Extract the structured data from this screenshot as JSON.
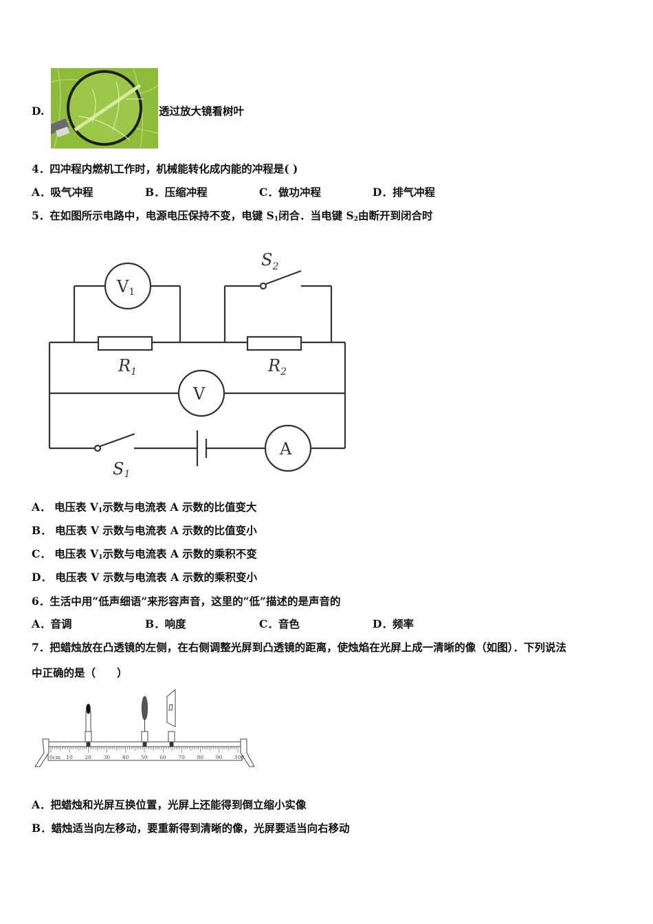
{
  "q3_option_d": {
    "label": "D.",
    "text": "透过放大镜看树叶",
    "image": "magnifier-over-leaf"
  },
  "q4": {
    "stem": "4．四冲程内燃机工作时，机械能转化成内能的冲程是( )",
    "options": [
      {
        "label": "A．",
        "text": "吸气冲程"
      },
      {
        "label": "B．",
        "text": "压缩冲程"
      },
      {
        "label": "C．",
        "text": "做功冲程"
      },
      {
        "label": "D．",
        "text": "排气冲程"
      }
    ]
  },
  "q5": {
    "stem_a": "5．在如图所示电路中，电源电压保持不变，电键 S",
    "stem_sub1": "1",
    "stem_b": "闭合．当电键 S",
    "stem_sub2": "2",
    "stem_c": "由断开到闭合时",
    "diagram": {
      "labels": {
        "v1": "V",
        "v1_sub": "1",
        "s2": "S",
        "s2_sub": "2",
        "r1": "R",
        "r1_sub": "1",
        "r2": "R",
        "r2_sub": "2",
        "v": "V",
        "a": "A",
        "s1": "S",
        "s1_sub": "1"
      }
    },
    "options": [
      {
        "label": "A．",
        "pre": "电压表 V",
        "sub": "1",
        "post": "示数与电流表 A 示数的比值变大"
      },
      {
        "label": "B．",
        "pre": "电压表 V ",
        "sub": "",
        "post": "示数与电流表 A 示数的比值变小"
      },
      {
        "label": "C．",
        "pre": "电压表 V",
        "sub": "1",
        "post": "示数与电流表 A 示数的乘积不变"
      },
      {
        "label": "D．",
        "pre": "电压表 V ",
        "sub": "",
        "post": "示数与电流表 A 示数的乘积变小"
      }
    ]
  },
  "q6": {
    "stem": "6．生活中用“低声细语”来形容声音，这里的“低”描述的是声音的",
    "options": [
      {
        "label": "A．",
        "text": "音调"
      },
      {
        "label": "B．",
        "text": "响度"
      },
      {
        "label": "C．",
        "text": "音色"
      },
      {
        "label": "D．",
        "text": "频率"
      }
    ]
  },
  "q7": {
    "stem_line1": "7．把蜡烛放在凸透镜的左侧，在右侧调整光屏到凸透镜的距离，使烛焰在光屏上成一清晰的像（如图）．下列说法",
    "stem_line2": "中正确的是（　　）",
    "diagram": {
      "scale_labels": [
        "0cm",
        "10",
        "20",
        "30",
        "40",
        "50",
        "60",
        "70",
        "80",
        "90",
        "100"
      ]
    },
    "options": [
      {
        "label": "A．",
        "text": "把蜡烛和光屏互换位置，光屏上还能得到倒立缩小实像"
      },
      {
        "label": "B．",
        "text": "蜡烛适当向左移动，要重新得到清晰的像，光屏要适当向右移动"
      }
    ]
  }
}
